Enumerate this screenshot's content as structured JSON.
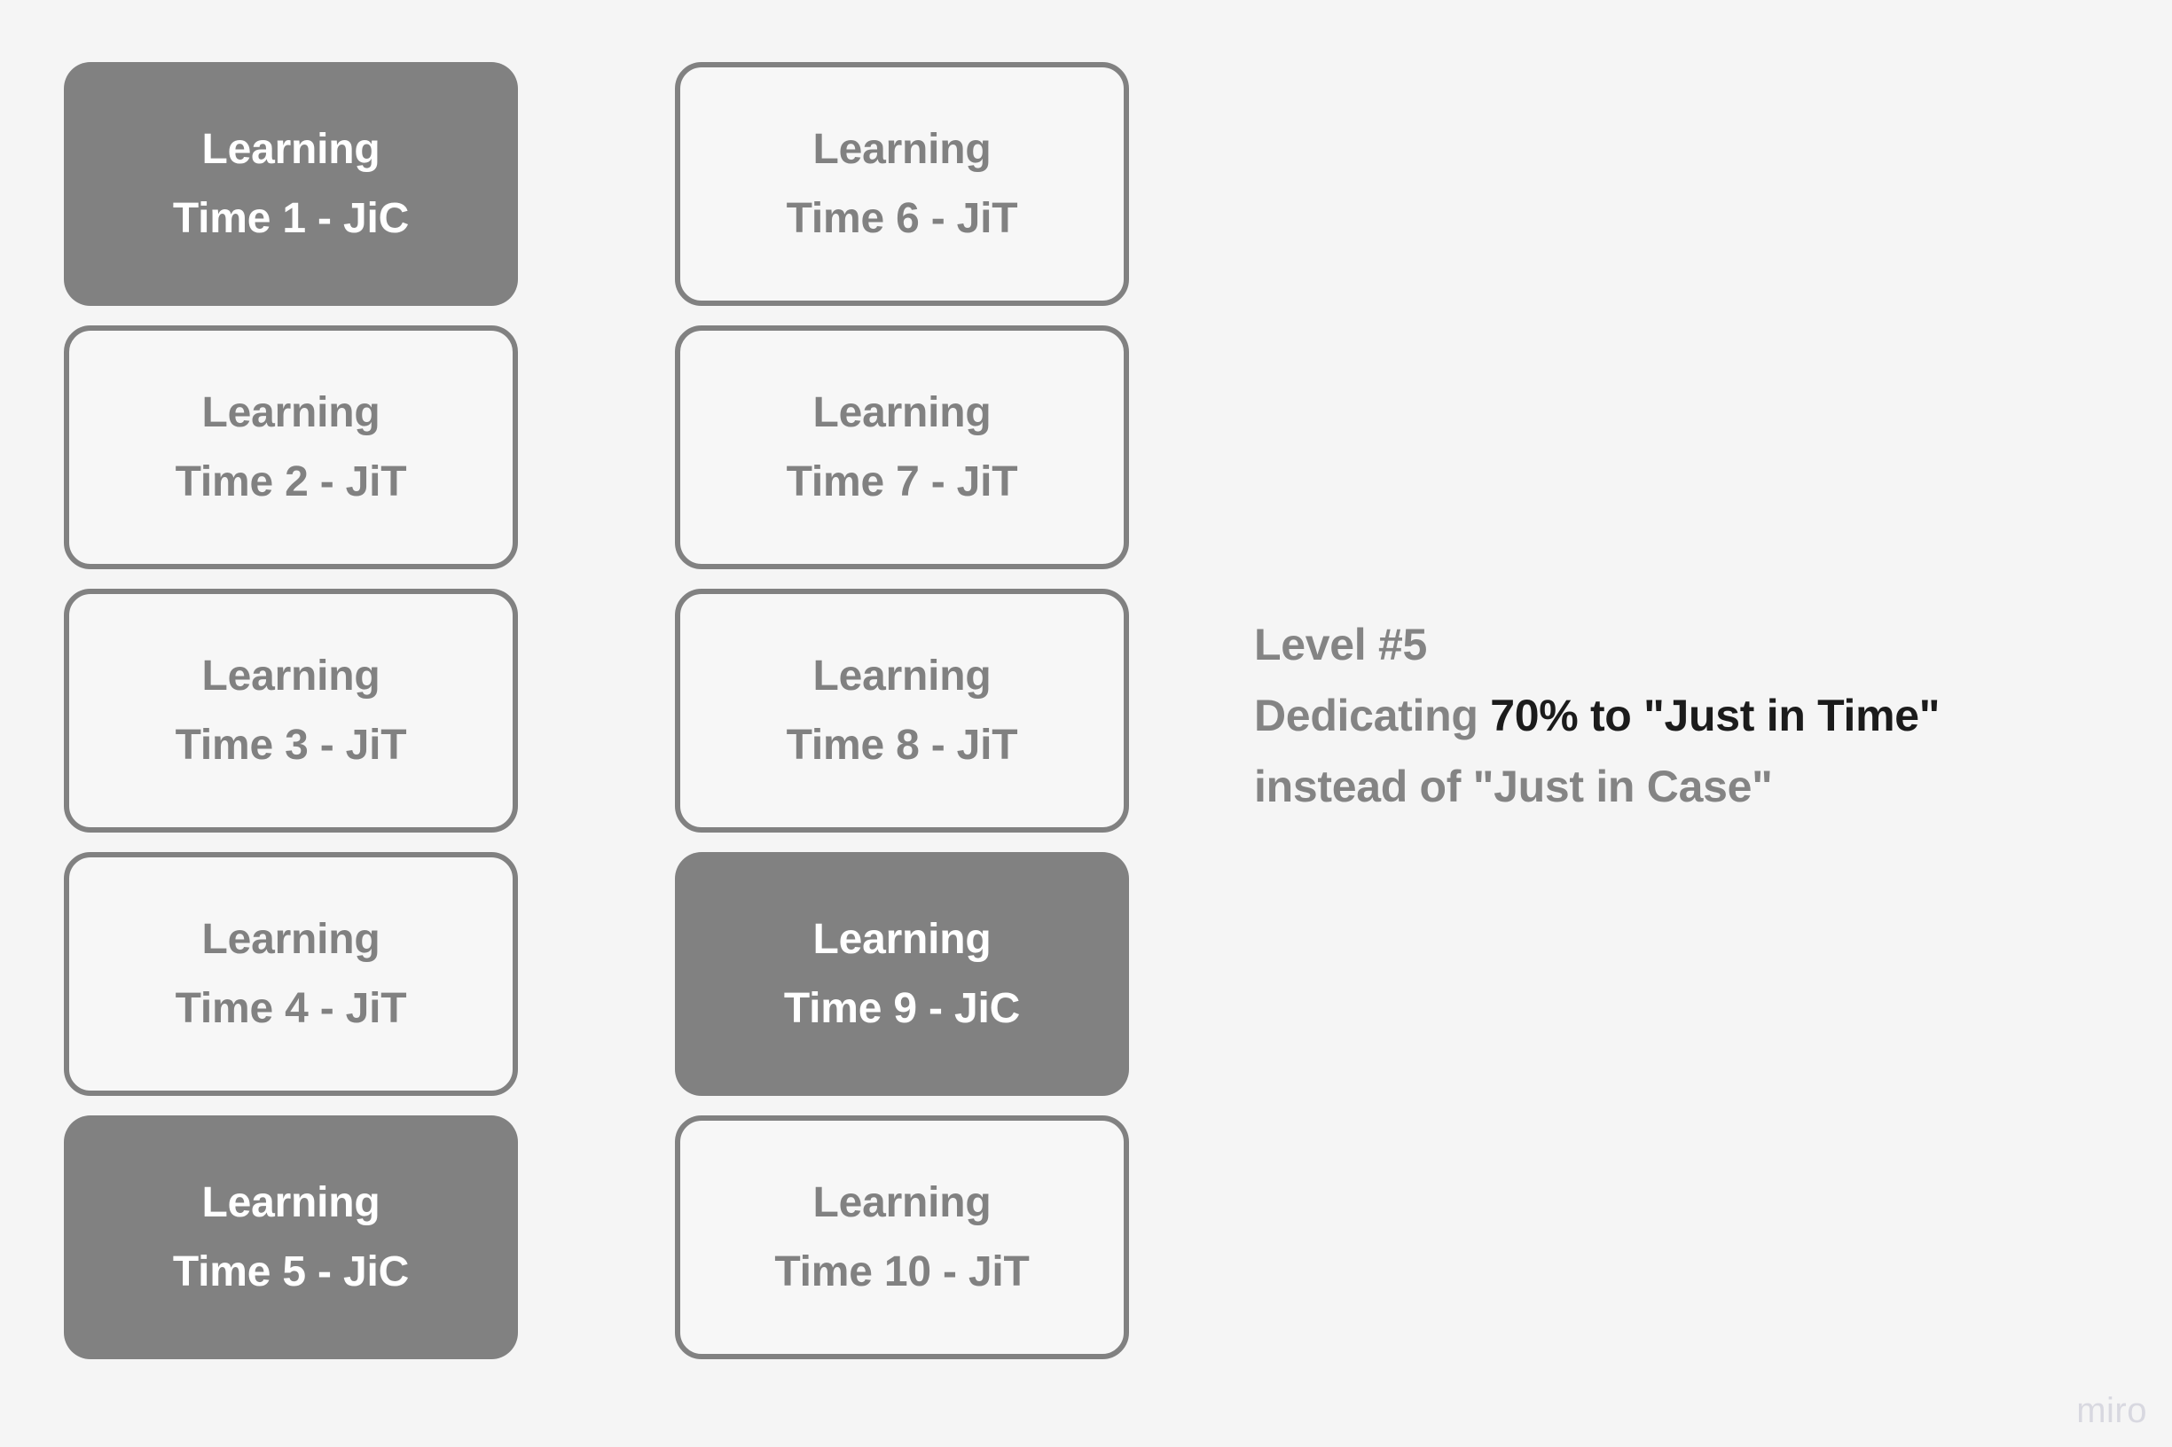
{
  "canvas": {
    "background_color": "#f5f5f5",
    "filled_card_color": "#818181",
    "outline_card_border_color": "#818181",
    "outline_card_fill_color": "#f7f7f7",
    "filled_card_text_color": "#ffffff",
    "outline_card_text_color": "#818181",
    "annotation_text_color": "#848484",
    "annotation_emphasis_color": "#1b1b1b",
    "watermark_color": "#d8d8e0"
  },
  "columns": [
    {
      "id": "column-1",
      "cards": [
        {
          "line1": "Learning",
          "line2": "Time 1 - JiC",
          "style": "filled",
          "mode": "JiC"
        },
        {
          "line1": "Learning",
          "line2": "Time 2 - JiT",
          "style": "outlined",
          "mode": "JiT"
        },
        {
          "line1": "Learning",
          "line2": "Time 3 - JiT",
          "style": "outlined",
          "mode": "JiT"
        },
        {
          "line1": "Learning",
          "line2": "Time 4 - JiT",
          "style": "outlined",
          "mode": "JiT"
        },
        {
          "line1": "Learning",
          "line2": "Time 5 - JiC",
          "style": "filled",
          "mode": "JiC"
        }
      ]
    },
    {
      "id": "column-2",
      "cards": [
        {
          "line1": "Learning",
          "line2": "Time 6 - JiT",
          "style": "outlined",
          "mode": "JiT"
        },
        {
          "line1": "Learning",
          "line2": "Time 7 - JiT",
          "style": "outlined",
          "mode": "JiT"
        },
        {
          "line1": "Learning",
          "line2": "Time 8 - JiT",
          "style": "outlined",
          "mode": "JiT"
        },
        {
          "line1": "Learning",
          "line2": "Time 9 - JiC",
          "style": "filled",
          "mode": "JiC"
        },
        {
          "line1": "Learning",
          "line2": "Time 10 - JiT",
          "style": "outlined",
          "mode": "JiT"
        }
      ]
    }
  ],
  "annotation": {
    "level_label": "Level #5",
    "line2_prefix": "Dedicating ",
    "line2_emphasis": "70% to \"Just in Time\"",
    "line3": "instead of \"Just in Case\""
  },
  "watermark": {
    "label": "miro"
  }
}
